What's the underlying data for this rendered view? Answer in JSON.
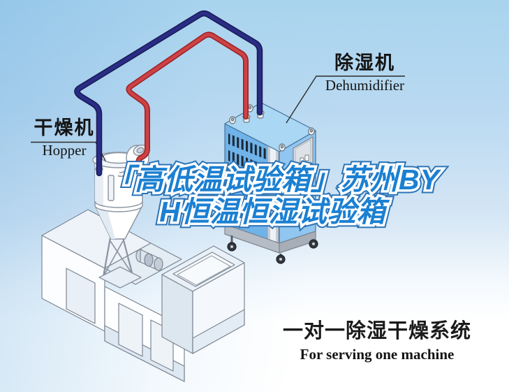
{
  "headline": {
    "line1": "「高低温试验箱」苏州BY",
    "line2": "H恒温恒湿试验箱"
  },
  "labels": {
    "hopper": {
      "zh": "干燥机",
      "en": "Hopper"
    },
    "dehumidifier": {
      "zh": "除湿机",
      "en": "Dehumidifier"
    }
  },
  "caption": {
    "zh": "一对一除湿干燥系统",
    "en": "For serving one machine"
  },
  "scene": {
    "components": [
      "extruder-machine",
      "hopper-dryer",
      "cyclone-separator",
      "dehumidifier-unit",
      "dry-air-pipe",
      "return-air-pipe"
    ],
    "colors": {
      "sky": "#a9d4ee",
      "headline_blue": "#1b80d2",
      "headline_outline": "#ffffff",
      "pipe_red": "#cd4246",
      "pipe_navy": "#2a2d86",
      "dehumidifier_blue": "#6fb3e9",
      "label_text": "#141414"
    }
  }
}
